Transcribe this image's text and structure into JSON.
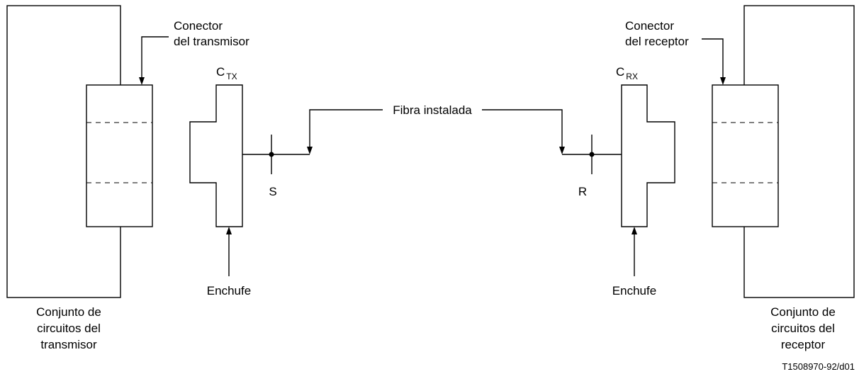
{
  "labels": {
    "tx_connector": [
      "Conector",
      "del transmisor"
    ],
    "rx_connector": [
      "Conector",
      "del receptor"
    ],
    "ctx": {
      "main": "C",
      "sub": "TX"
    },
    "crx": {
      "main": "C",
      "sub": "RX"
    },
    "fiber": "Fibra instalada",
    "point_s": "S",
    "point_r": "R",
    "plug_left": "Enchufe",
    "plug_right": "Enchufe",
    "tx_circuit": [
      "Conjunto de",
      "circuitos del",
      "transmisor"
    ],
    "rx_circuit": [
      "Conjunto de",
      "circuitos del",
      "receptor"
    ],
    "figure_id": "T1508970-92/d01"
  }
}
